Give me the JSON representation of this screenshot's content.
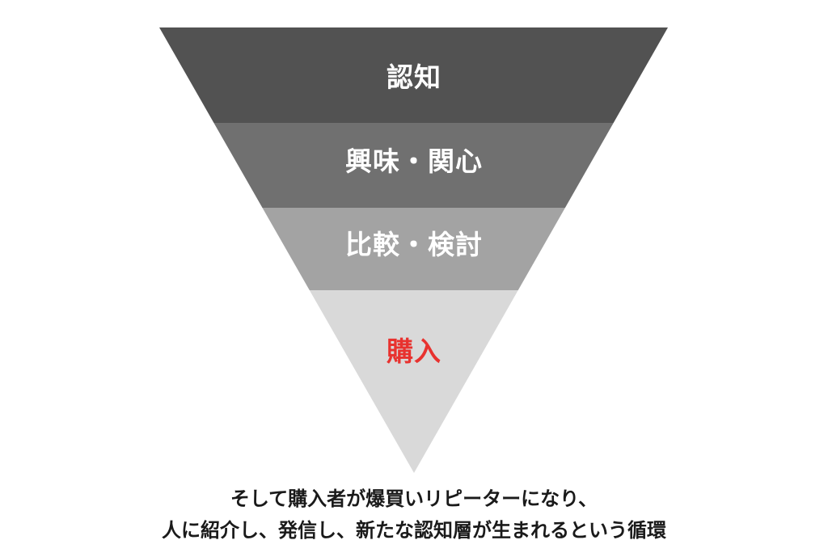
{
  "funnel": {
    "stages": [
      {
        "label": "認知",
        "color": "#525252",
        "text_color": "#ffffff"
      },
      {
        "label": "興味・関心",
        "color": "#707070",
        "text_color": "#ffffff"
      },
      {
        "label": "比較・検討",
        "color": "#a3a3a3",
        "text_color": "#ffffff"
      },
      {
        "label": "購入",
        "color": "#d9d9d9",
        "text_color": "#e8322f"
      }
    ]
  },
  "caption": {
    "line1": "そして購入者が爆買いリピーターになり、",
    "line2": "人に紹介し、発信し、新たな認知層が生まれるという循環"
  }
}
